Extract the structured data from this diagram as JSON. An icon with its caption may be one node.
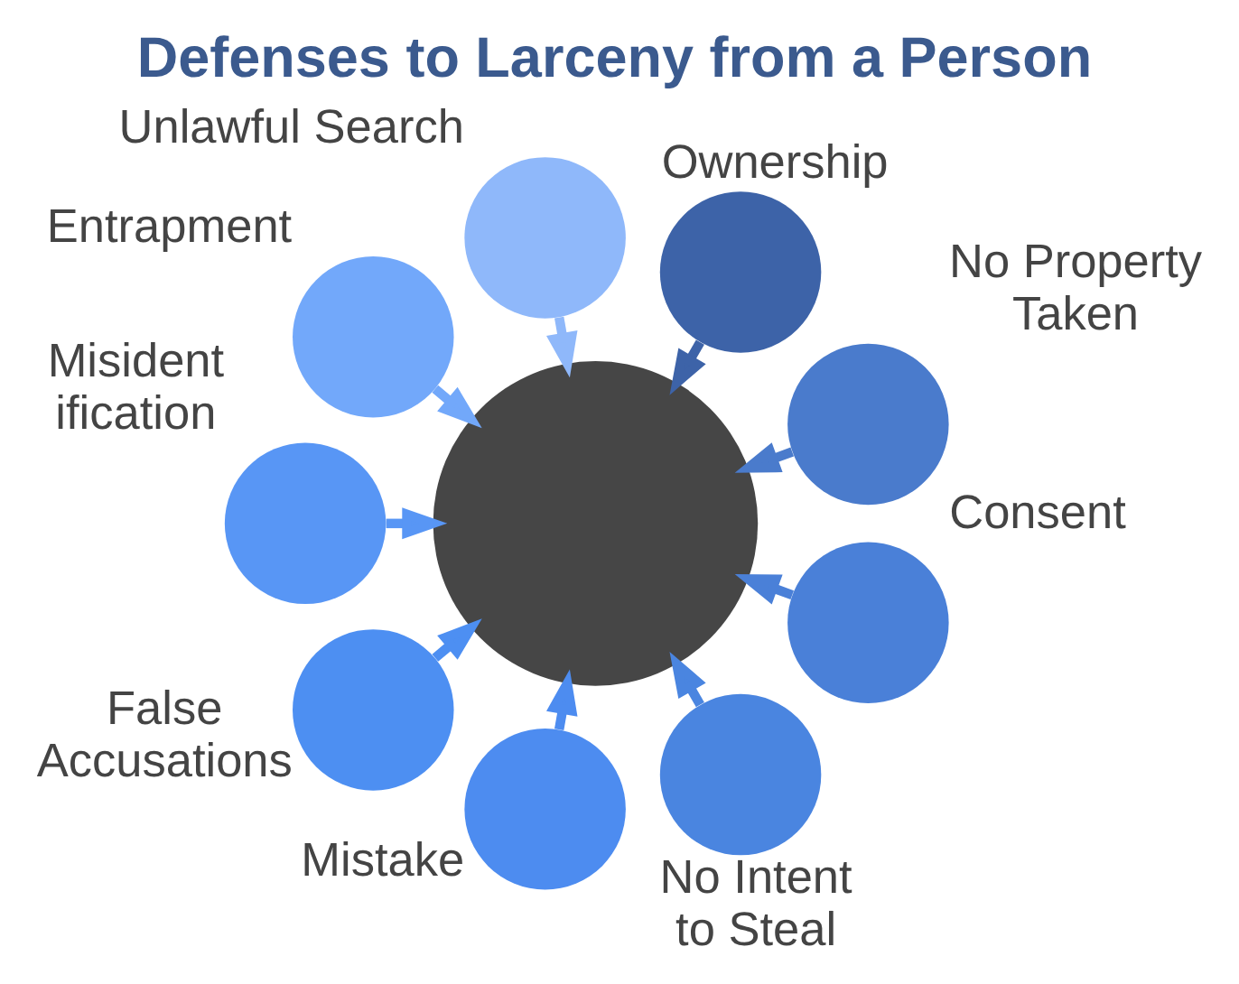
{
  "diagram": {
    "title": "Defenses to Larceny from a Person",
    "nodes": [
      {
        "text": [],
        "shape": "circle"
      },
      {
        "text": [],
        "shape": "circle",
        "beside": [
          "Unlawful Search"
        ]
      },
      {
        "text": [],
        "shape": "circle",
        "beside": [
          "Ownership"
        ]
      },
      {
        "text": [],
        "shape": "circle",
        "beside": [
          "No Property Taken"
        ]
      },
      {
        "text": [],
        "shape": "circle",
        "beside": [
          "Consent"
        ]
      },
      {
        "text": [],
        "shape": "circle",
        "beside": [
          "No Intent to Steal"
        ]
      },
      {
        "text": [],
        "shape": "circle",
        "beside": [
          "Mistake"
        ]
      },
      {
        "text": [],
        "shape": "circle",
        "beside": [
          "False Accusations"
        ]
      },
      {
        "text": [],
        "shape": "circle",
        "beside": [
          "Misident ification"
        ]
      },
      {
        "text": [],
        "shape": "circle",
        "beside": [
          "Entrapment"
        ]
      }
    ],
    "edges": [
      {
        "from": 1,
        "to": 0,
        "arrow": "to",
        "color": "#8fb8fa"
      },
      {
        "from": 2,
        "to": 0,
        "arrow": "to",
        "color": "#3d63a8"
      },
      {
        "from": 3,
        "to": 0,
        "arrow": "to",
        "color": "#4a7bcc"
      },
      {
        "from": 4,
        "to": 0,
        "arrow": "to",
        "color": "#4a80d8"
      },
      {
        "from": 5,
        "to": 0,
        "arrow": "to",
        "color": "#4a85e0"
      },
      {
        "from": 6,
        "to": 0,
        "arrow": "to",
        "color": "#4d8cf0"
      },
      {
        "from": 7,
        "to": 0,
        "arrow": "to",
        "color": "#4d8ff2"
      },
      {
        "from": 8,
        "to": 0,
        "arrow": "to",
        "color": "#5896f5"
      },
      {
        "from": 9,
        "to": 0,
        "arrow": "to",
        "color": "#72a8fa"
      }
    ]
  }
}
